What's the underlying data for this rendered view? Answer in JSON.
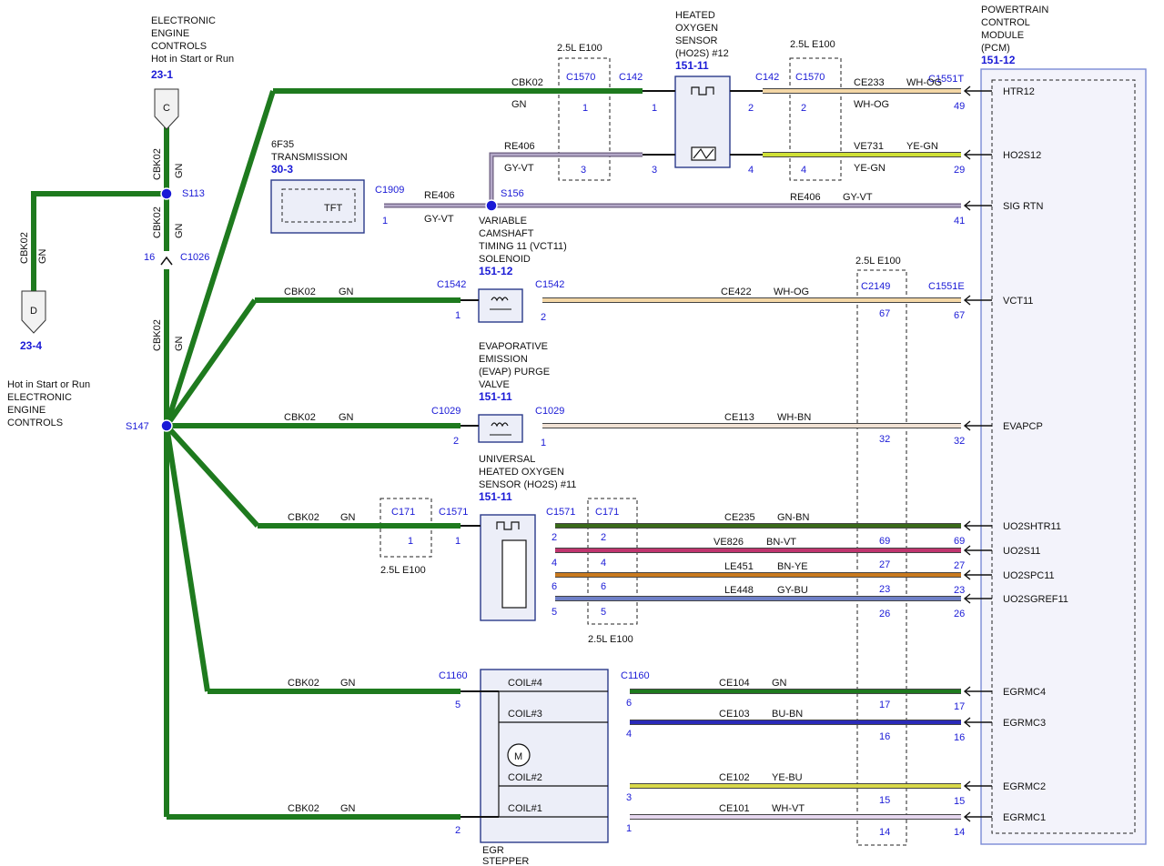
{
  "colors": {
    "green": "#1e7a1e",
    "blue_label": "#1a1ad6",
    "GN": "#1e7a1e",
    "GY-VT": "#9a8fb0",
    "WH-OG": "#f4d7a6",
    "YE-GN": "#cfe036",
    "WH-BN": "#f1e2d4",
    "GN-BN": "#3a6a1a",
    "BN-VT": "#c0356e",
    "BN-YE": "#c97a1f",
    "GY-BU": "#6e7fc6",
    "BU-BN": "#2a2ab8",
    "YE-BU": "#d8d84a",
    "WH-VT": "#e6d7ef"
  },
  "top_left": {
    "title_lines": [
      "ELECTRONIC",
      "ENGINE",
      "CONTROLS",
      "Hot in Start or Run"
    ],
    "ref": "23-1",
    "connector_letter": "C",
    "splice_s113": "S113",
    "c1026": "C1026",
    "pin_16": "16"
  },
  "left_branch": {
    "circuit": "CBK02",
    "color": "GN",
    "connector_letter": "D",
    "ref": "23-4"
  },
  "s147": {
    "label": "S147",
    "caption_lines": [
      "Hot in Start or Run",
      "ELECTRONIC",
      "ENGINE",
      "CONTROLS"
    ]
  },
  "trunk_labels": {
    "upper_circuit": "CBK02",
    "upper_color": "GN",
    "mid_circuit": "CBK02",
    "mid_color": "GN",
    "low_circuit": "CBK02",
    "low_color": "GN"
  },
  "transmission": {
    "title_lines": [
      "6F35",
      "TRANSMISSION"
    ],
    "ref": "30-3",
    "sensor": "TFT",
    "connector": "C1909",
    "pin": "1",
    "circuit": "RE406",
    "color": "GY-VT",
    "splice": "S156"
  },
  "ho2s12": {
    "title_lines": [
      "HEATED",
      "OXYGEN",
      "SENSOR",
      "(HO2S) #12"
    ],
    "ref": "151-11",
    "c142_left": "C142",
    "c142_right": "C142",
    "pins_left": [
      "1",
      "3"
    ],
    "pins_right": [
      "2",
      "4"
    ],
    "htr_circuit": "CBK02",
    "htr_color": "GN",
    "sig_circuit": "RE406",
    "sig_color": "GY-VT"
  },
  "e100_boxes": {
    "label": "2.5L E100",
    "c1570": "C1570",
    "c1570_pins_left": [
      "1",
      "3"
    ],
    "c1570_pins_right": [
      "2",
      "4"
    ],
    "c2149": "C2149",
    "c2149_pins": [
      "67",
      "32",
      "69",
      "27",
      "23",
      "26",
      "17",
      "16",
      "15",
      "14"
    ],
    "c171": "C171",
    "c171_pin": "1",
    "c171_right_pins": [
      "2",
      "4",
      "6",
      "5"
    ]
  },
  "vct": {
    "title_lines": [
      "VARIABLE",
      "CAMSHAFT",
      "TIMING 11 (VCT11)",
      "SOLENOID"
    ],
    "ref": "151-12",
    "conn": "C1542",
    "pin_in": "1",
    "pin_out": "2"
  },
  "evap": {
    "title_lines": [
      "EVAPORATIVE",
      "EMISSION",
      "(EVAP) PURGE",
      "VALVE"
    ],
    "ref": "151-11",
    "conn": "C1029",
    "pin_in": "2",
    "pin_out": "1"
  },
  "uho2s": {
    "title_lines": [
      "UNIVERSAL",
      "HEATED OXYGEN",
      "SENSOR (HO2S) #11"
    ],
    "ref": "151-11",
    "conn": "C1571",
    "pin_in": "1",
    "pins_out": [
      "2",
      "4",
      "6",
      "5"
    ]
  },
  "egr": {
    "title_lines": [
      "EGR",
      "STEPPER"
    ],
    "conn": "C1160",
    "pin_in": "5",
    "pin_in2": "2",
    "pins_out": [
      "6",
      "4",
      "3",
      "1"
    ],
    "coils": [
      "COIL#4",
      "COIL#3",
      "COIL#2",
      "COIL#1"
    ],
    "motor": "M"
  },
  "pcm": {
    "title_lines": [
      "POWERTRAIN",
      "CONTROL",
      "MODULE",
      "(PCM)"
    ],
    "ref": "151-12",
    "conn_t": "C1551T",
    "conn_e": "C1551E"
  },
  "wires": [
    {
      "circuit": "CE233",
      "color": "WH-OG",
      "pcm_pin": "49",
      "pcm_name": "HTR12"
    },
    {
      "circuit": "VE731",
      "color": "YE-GN",
      "pcm_pin": "29",
      "pcm_name": "HO2S12"
    },
    {
      "circuit": "RE406",
      "color": "GY-VT",
      "pcm_pin": "41",
      "pcm_name": "SIG RTN"
    },
    {
      "circuit": "CE422",
      "color": "WH-OG",
      "pcm_pin": "67",
      "pcm_name": "VCT11"
    },
    {
      "circuit": "CE113",
      "color": "WH-BN",
      "pcm_pin": "32",
      "pcm_name": "EVAPCP"
    },
    {
      "circuit": "CE235",
      "color": "GN-BN",
      "pcm_pin": "69",
      "pcm_name": "UO2SHTR11"
    },
    {
      "circuit": "VE826",
      "color": "BN-VT",
      "pcm_pin": "27",
      "pcm_name": "UO2S11"
    },
    {
      "circuit": "LE451",
      "color": "BN-YE",
      "pcm_pin": "23",
      "pcm_name": "UO2SPC11"
    },
    {
      "circuit": "LE448",
      "color": "GY-BU",
      "pcm_pin": "26",
      "pcm_name": "UO2SGREF11"
    },
    {
      "circuit": "CE104",
      "color": "GN",
      "pcm_pin": "17",
      "pcm_name": "EGRMC4"
    },
    {
      "circuit": "CE103",
      "color": "BU-BN",
      "pcm_pin": "16",
      "pcm_name": "EGRMC3"
    },
    {
      "circuit": "CE102",
      "color": "YE-BU",
      "pcm_pin": "15",
      "pcm_name": "EGRMC2"
    },
    {
      "circuit": "CE101",
      "color": "WH-VT",
      "pcm_pin": "14",
      "pcm_name": "EGRMC1"
    }
  ],
  "feed_labels": {
    "circuit": "CBK02",
    "color": "GN"
  }
}
